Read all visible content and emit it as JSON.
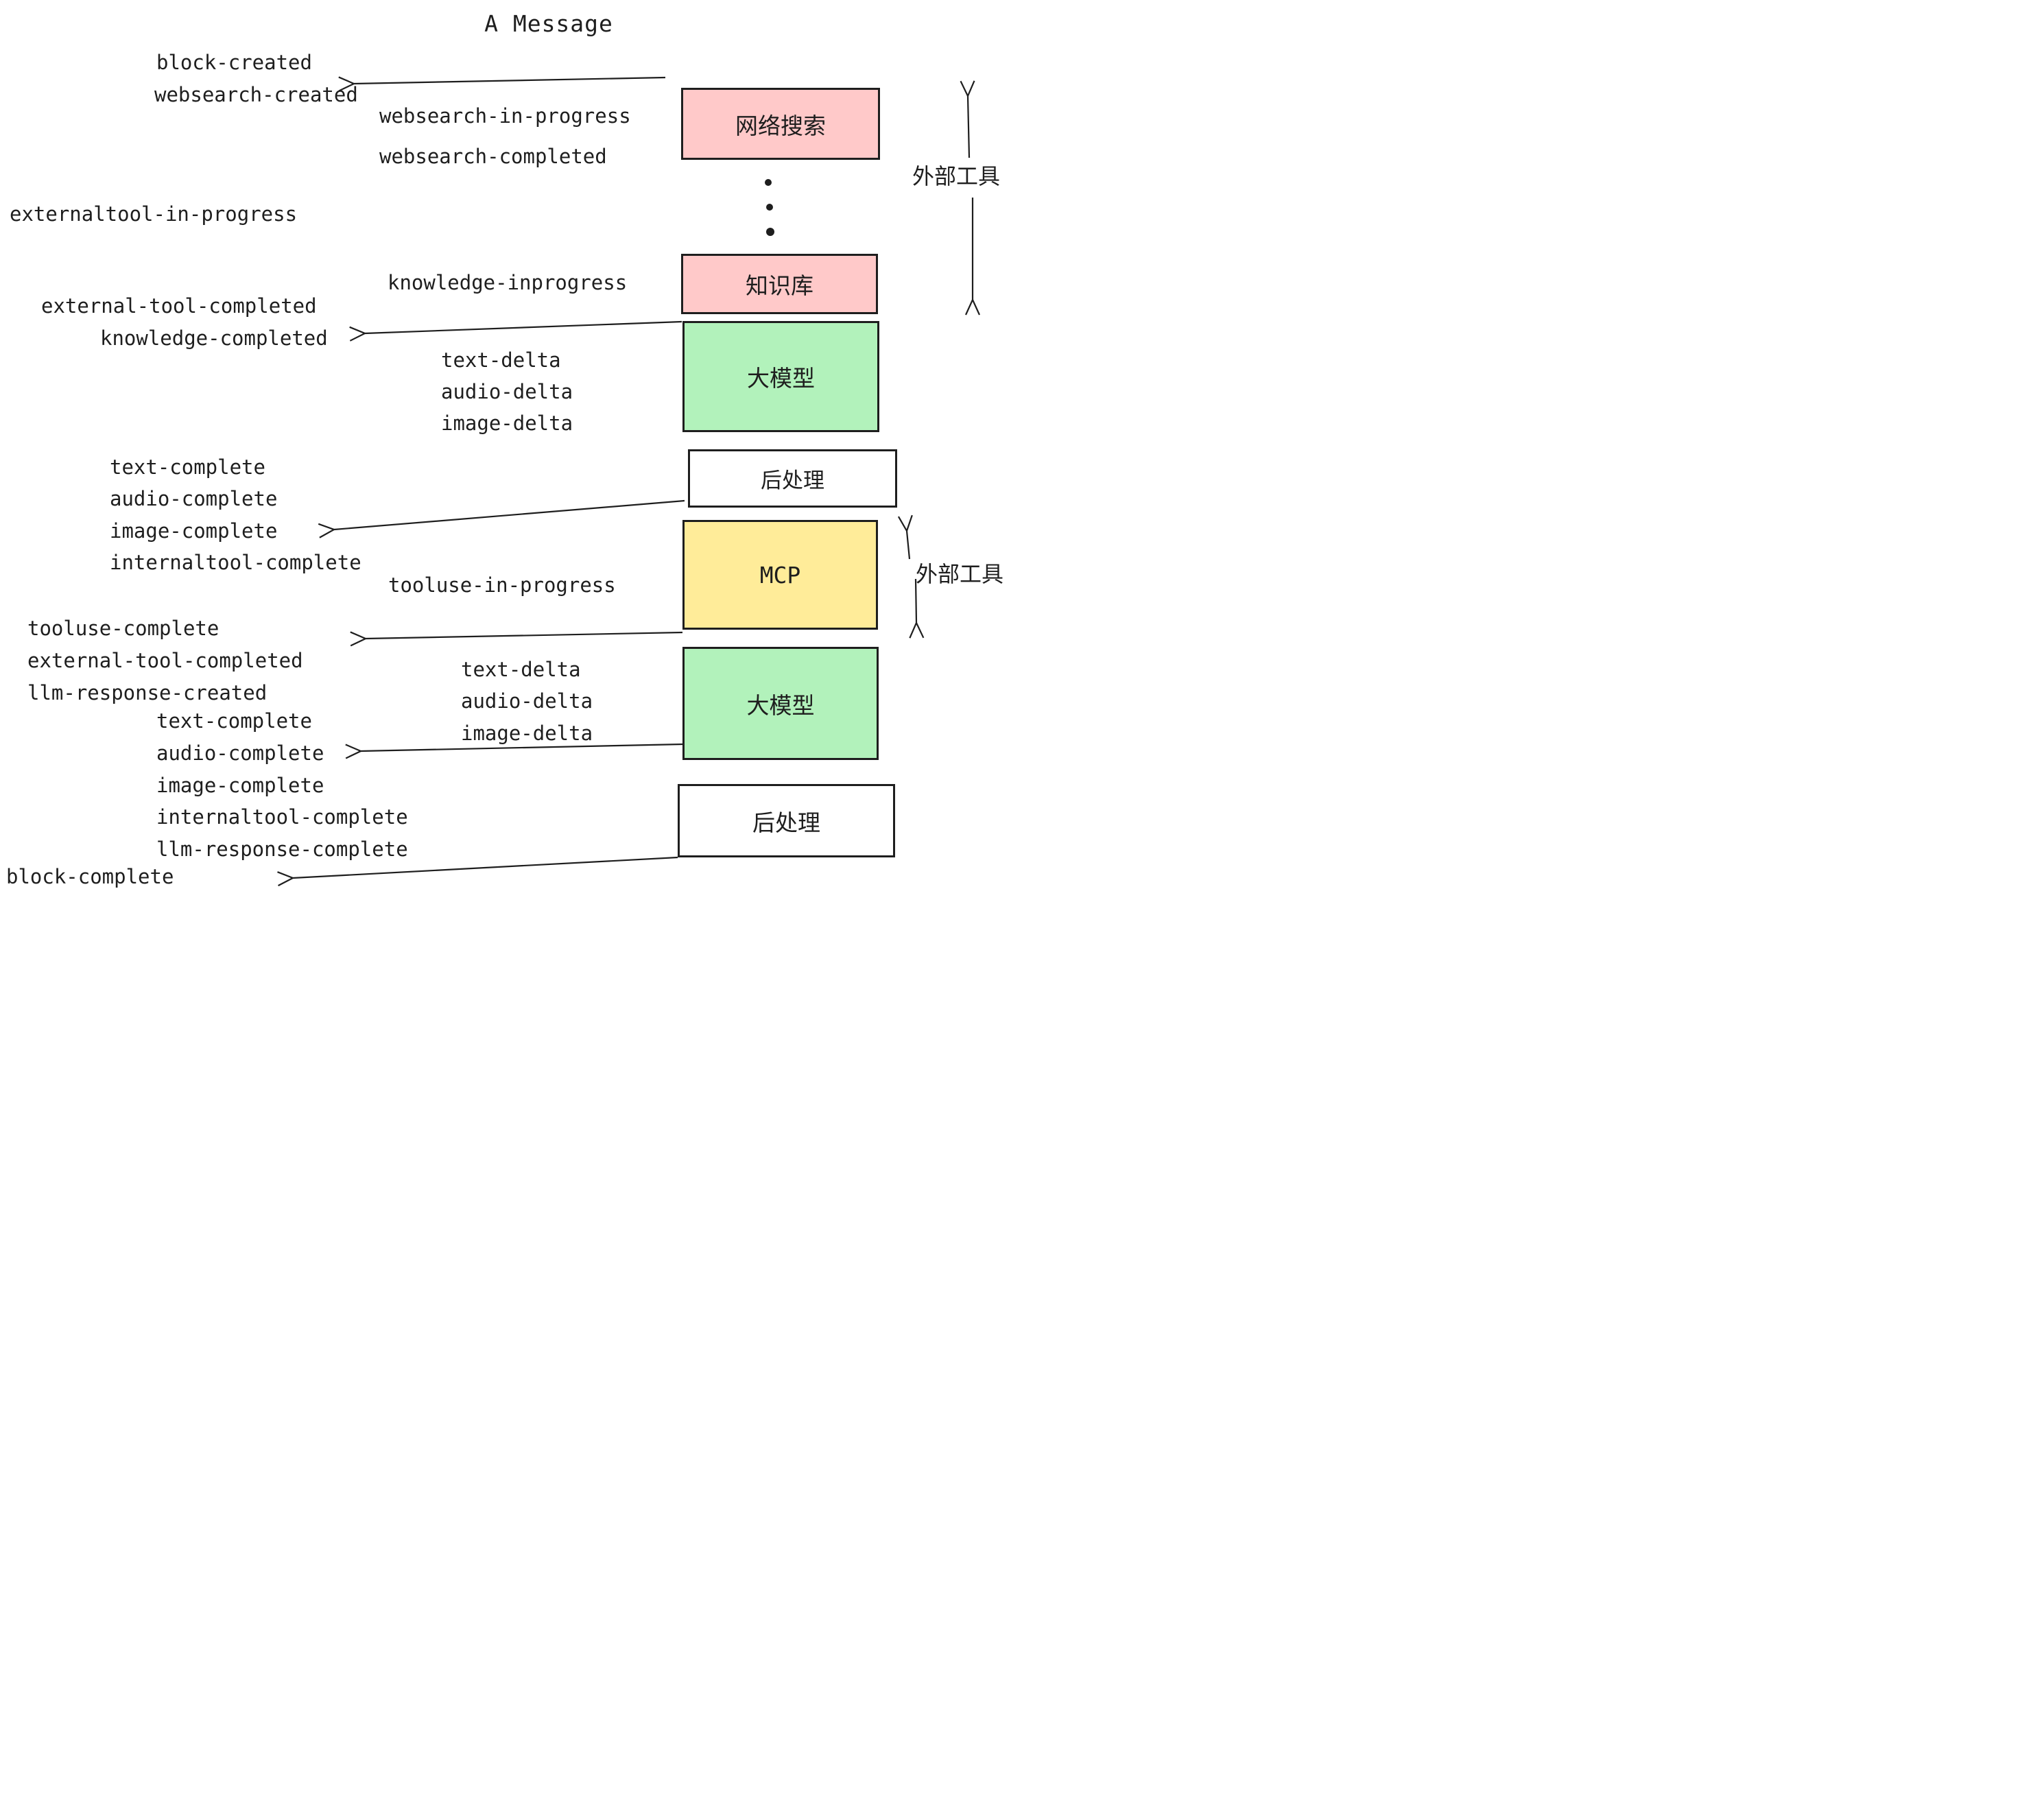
{
  "title": "A Message",
  "colors": {
    "stroke": "#1e1e1e",
    "pink": "#ffc9c9",
    "green": "#b2f2bb",
    "yellow": "#ffec99",
    "white": "#ffffff"
  },
  "nodes": {
    "websearch": {
      "label": "网络搜索"
    },
    "knowledge": {
      "label": "知识库"
    },
    "llm1": {
      "label": "大模型"
    },
    "post1": {
      "label": "后处理"
    },
    "mcp": {
      "label": "MCP"
    },
    "llm2": {
      "label": "大模型"
    },
    "post2": {
      "label": "后处理"
    }
  },
  "side_labels": {
    "external_tools_top": "外部工具",
    "external_tools_mcp": "外部工具"
  },
  "events": {
    "block_created": "block-created",
    "websearch_created": "websearch-created",
    "websearch_in_progress": "websearch-in-progress",
    "websearch_completed": "websearch-completed",
    "externaltool_in_progress": "externaltool-in-progress",
    "knowledge_inprogress": "knowledge-inprogress",
    "external_tool_completed_1": "external-tool-completed",
    "knowledge_completed": "knowledge-completed",
    "text_delta_1": "text-delta",
    "audio_delta_1": "audio-delta",
    "image_delta_1": "image-delta",
    "text_complete_1": "text-complete",
    "audio_complete_1": "audio-complete",
    "image_complete_1": "image-complete",
    "internaltool_complete_1": "internaltool-complete",
    "tooluse_in_progress": "tooluse-in-progress",
    "tooluse_complete": "tooluse-complete",
    "external_tool_completed_2": "external-tool-completed",
    "llm_response_created": "llm-response-created",
    "text_delta_2": "text-delta",
    "audio_delta_2": "audio-delta",
    "image_delta_2": "image-delta",
    "text_complete_2": "text-complete",
    "audio_complete_2": "audio-complete",
    "image_complete_2": "image-complete",
    "internaltool_complete_2": "internaltool-complete",
    "llm_response_complete": "llm-response-complete",
    "block_complete": "block-complete"
  }
}
